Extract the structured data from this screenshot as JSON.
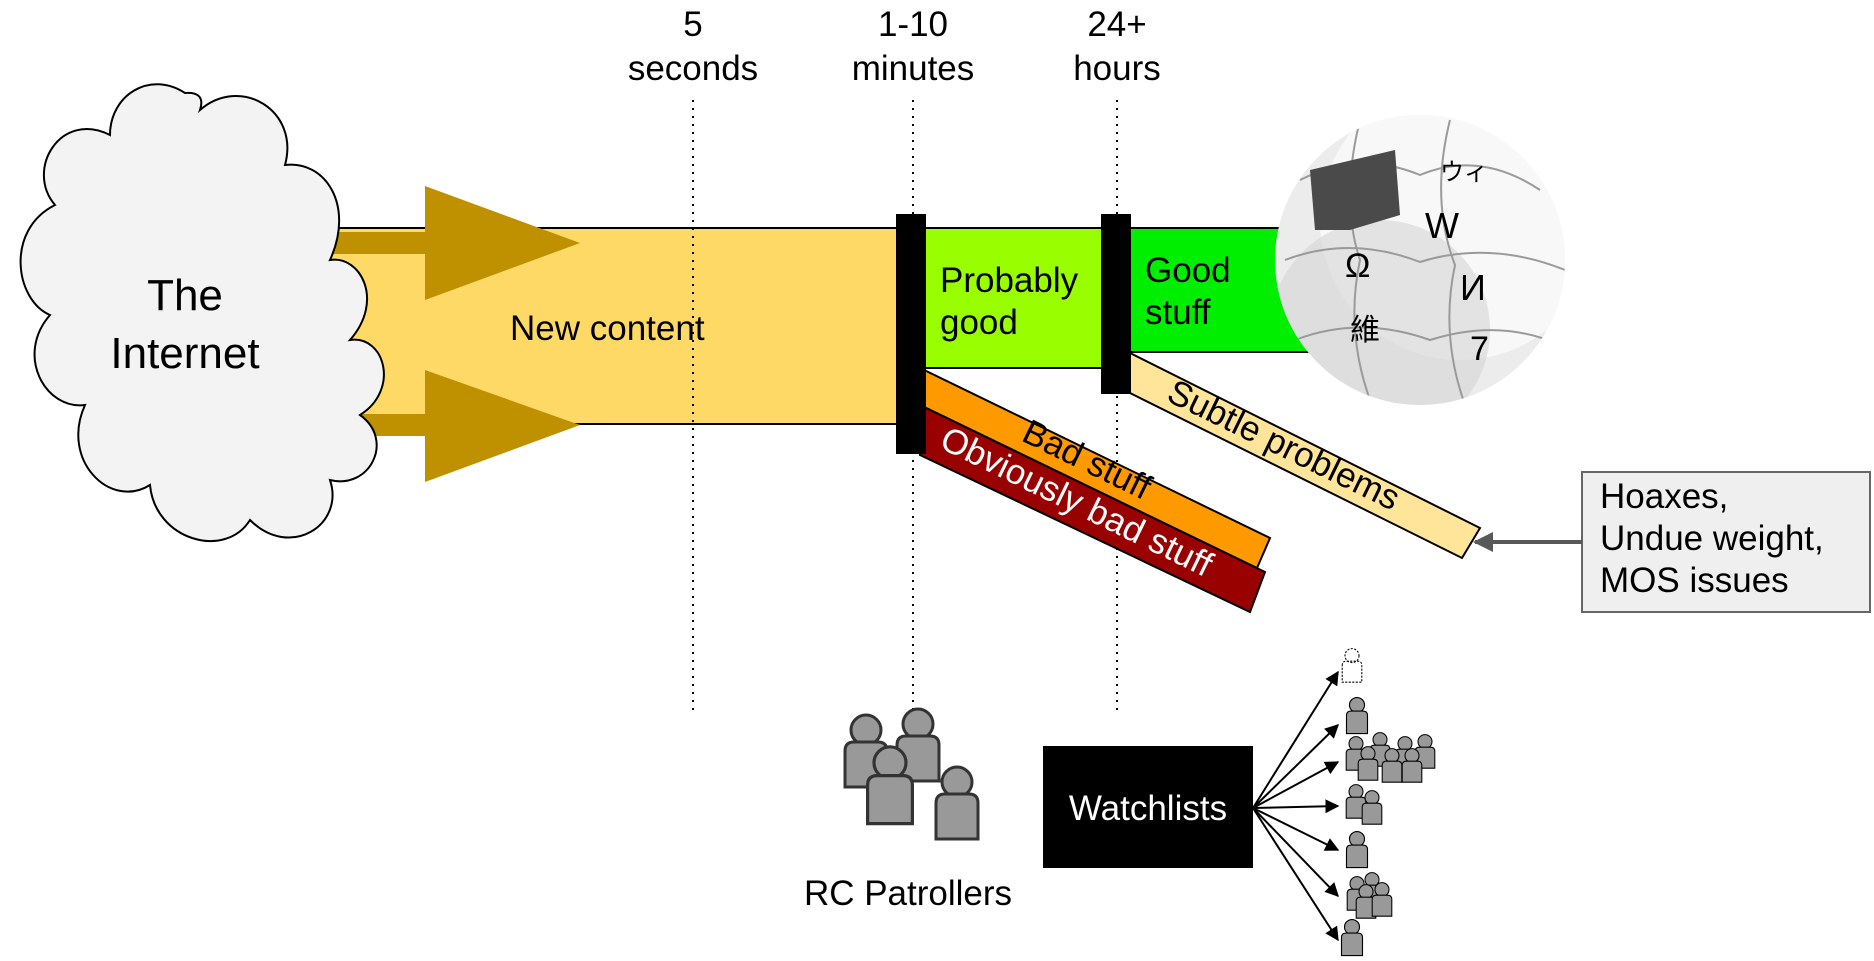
{
  "source": {
    "label_line1": "The",
    "label_line2": "Internet"
  },
  "timeline": [
    {
      "line1": "5",
      "line2": "seconds"
    },
    {
      "line1": "1-10",
      "line2": "minutes"
    },
    {
      "line1": "24+",
      "line2": "hours"
    }
  ],
  "flows": {
    "new_content": "New content",
    "probably_good_line1": "Probably",
    "probably_good_line2": "good",
    "good_stuff_line1": "Good",
    "good_stuff_line2": "stuff",
    "bad_stuff": "Bad stuff",
    "obviously_bad_stuff": "Obviously bad stuff",
    "subtle_problems": "Subtle problems"
  },
  "callout": {
    "line1": "Hoaxes,",
    "line2": "Undue weight,",
    "line3": "MOS issues"
  },
  "actors": {
    "rc_patrollers": "RC Patrollers",
    "watchlists": "Watchlists"
  },
  "wikipedia_globe": {
    "glyphs": [
      "Ω",
      "W",
      "И",
      "維",
      "ウィ",
      "7"
    ]
  },
  "colors": {
    "arrow": "#bf9000",
    "new_content": "#ffd966",
    "probably_good": "#99ff00",
    "good_stuff": "#00ee00",
    "bad_stuff": "#ff9900",
    "obviously_bad": "#990000",
    "subtle_problems": "#ffe599",
    "gate": "#000000",
    "callout_bg": "#efefef",
    "person": "#999999",
    "cloud": "#f3f3f3"
  }
}
